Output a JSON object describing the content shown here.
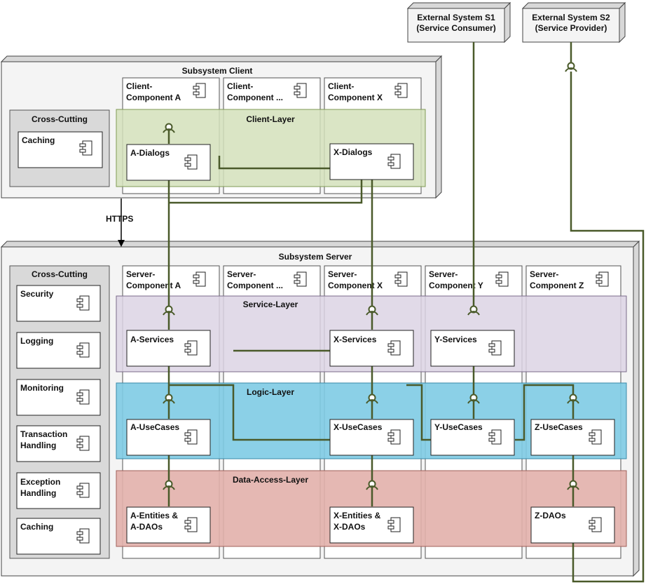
{
  "colors": {
    "client_layer": "#d3e0bb",
    "service_layer": "#dcd4e4",
    "logic_layer": "#7ecbe4",
    "data_layer": "#e2b0ab",
    "connector": "#4a5a2a"
  },
  "icons": {
    "component": "uml-component-icon",
    "interface": "lollipop-interface-icon"
  },
  "external": {
    "s1": {
      "line1": "External System S1",
      "line2": "(Service Consumer)"
    },
    "s2": {
      "line1": "External System S2",
      "line2": "(Service Provider)"
    }
  },
  "client": {
    "title": "Subsystem Client",
    "cross_cutting": {
      "title": "Cross-Cutting",
      "items": [
        "Caching"
      ]
    },
    "components": [
      {
        "line1": "Client-",
        "line2": "Component A"
      },
      {
        "line1": "Client-",
        "line2": "Component ..."
      },
      {
        "line1": "Client-",
        "line2": "Component X"
      }
    ],
    "layer": "Client-Layer",
    "dialogs": [
      "A-Dialogs",
      "X-Dialogs"
    ]
  },
  "connection": {
    "label": "HTTPS"
  },
  "server": {
    "title": "Subsystem Server",
    "cross_cutting": {
      "title": "Cross-Cutting",
      "items": [
        {
          "line1": "Security",
          "line2": ""
        },
        {
          "line1": "Logging",
          "line2": ""
        },
        {
          "line1": "Monitoring",
          "line2": ""
        },
        {
          "line1": "Transaction",
          "line2": "Handling"
        },
        {
          "line1": "Exception",
          "line2": "Handling"
        },
        {
          "line1": "Caching",
          "line2": ""
        }
      ]
    },
    "components": [
      {
        "line1": "Server-",
        "line2": "Component A"
      },
      {
        "line1": "Server-",
        "line2": "Component ..."
      },
      {
        "line1": "Server-",
        "line2": "Component X"
      },
      {
        "line1": "Server-",
        "line2": "Component Y"
      },
      {
        "line1": "Server-",
        "line2": "Component Z"
      }
    ],
    "layers": {
      "service": "Service-Layer",
      "logic": "Logic-Layer",
      "data": "Data-Access-Layer"
    },
    "services": [
      "A-Services",
      "X-Services",
      "Y-Services"
    ],
    "usecases": [
      "A-UseCases",
      "X-UseCases",
      "Y-UseCases",
      "Z-UseCases"
    ],
    "data_access": [
      {
        "line1": "A-Entities &",
        "line2": "A-DAOs"
      },
      {
        "line1": "X-Entities &",
        "line2": "X-DAOs"
      },
      {
        "line1": "Z-DAOs",
        "line2": ""
      }
    ]
  }
}
